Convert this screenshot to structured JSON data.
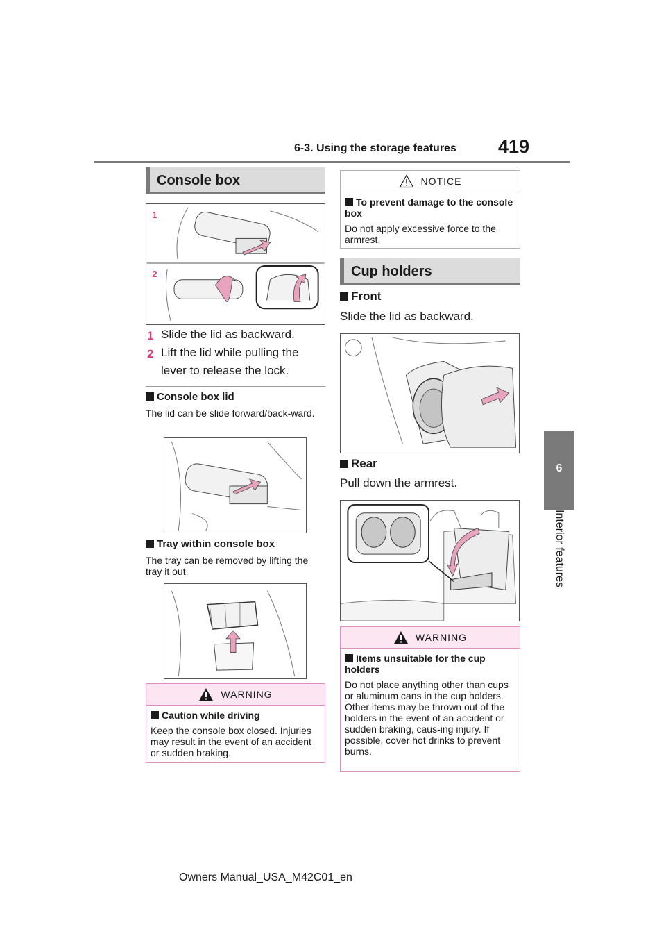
{
  "header": {
    "section_title": "6-3. Using the storage features",
    "page_number": "419"
  },
  "side_tab": {
    "chapter_number": "6",
    "chapter_label": "Interior features"
  },
  "console_box": {
    "heading": "Console box",
    "figure_labels": [
      "1",
      "2"
    ],
    "steps": [
      {
        "num": "1",
        "text": "Slide the lid as backward."
      },
      {
        "num": "2",
        "text": "Lift the lid while pulling the lever to release the lock."
      }
    ],
    "lid": {
      "heading": "Console box lid",
      "text": "The lid can be slide forward/back-ward."
    },
    "tray": {
      "heading": "Tray within console box",
      "text": "The tray can be removed by lifting the tray it out."
    },
    "warning": {
      "title": "WARNING",
      "subheading": "Caution while driving",
      "text": "Keep the console box closed. Injuries may result in the event of an accident or sudden braking."
    }
  },
  "notice": {
    "title": "NOTICE",
    "subheading": "To prevent damage to the console box",
    "text": "Do not apply excessive force to the armrest."
  },
  "cup_holders": {
    "heading": "Cup holders",
    "front": {
      "heading": "Front",
      "text": "Slide the lid as backward."
    },
    "rear": {
      "heading": "Rear",
      "text": "Pull down the armrest."
    },
    "warning": {
      "title": "WARNING",
      "subheading": "Items unsuitable for the cup holders",
      "text": "Do not place anything other than cups or aluminum cans in the cup holders.\nOther items may be thrown out of the holders in the event of an accident or sudden braking, caus-ing injury. If possible, cover hot drinks to prevent burns."
    }
  },
  "footer": {
    "text": "Owners Manual_USA_M42C01_en"
  },
  "colors": {
    "accent_pink": "#d6407a",
    "arrow_pink": "#e8a3bf",
    "warning_bg": "#fbe6f1",
    "header_gray": "#7a7a7a"
  }
}
